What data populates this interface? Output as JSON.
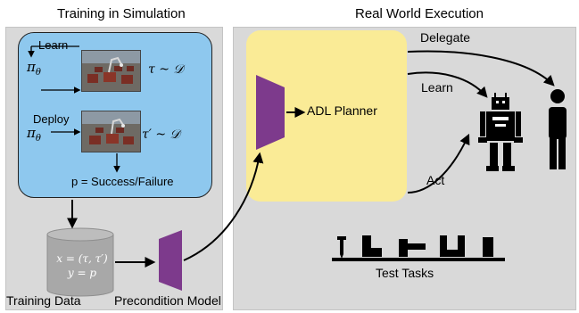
{
  "headers": {
    "simulation": "Training in Simulation",
    "real_world": "Real World Execution"
  },
  "simulation": {
    "learn_label": "Learn",
    "deploy_label": "Deploy",
    "policy_symbol": "π",
    "policy_subscript": "θ",
    "tau_dist": "τ ~ 𝒟",
    "tau_prime_dist": "τ′ ~ 𝒟",
    "outcome": "p = Success/Failure"
  },
  "training_data": {
    "label": "Training Data",
    "line1": "x = (τ, τ′)",
    "line2": "y = p"
  },
  "precondition": {
    "label": "Precondition Model"
  },
  "real_world": {
    "planner_label": "ADL Planner",
    "delegate_label": "Delegate",
    "learn_label": "Learn",
    "act_label": "Act",
    "test_tasks_label": "Test Tasks"
  },
  "colors": {
    "panel_bg": "#d9d9d9",
    "sim_box": "#8ec8ee",
    "planner_box": "#faeb96",
    "trapezoid": "#7d3a8c",
    "cylinder": "#a8a8a8"
  },
  "icons": [
    "robot-icon",
    "person-icon",
    "screw-icon",
    "furniture-part-icon",
    "database-cylinder-icon"
  ]
}
